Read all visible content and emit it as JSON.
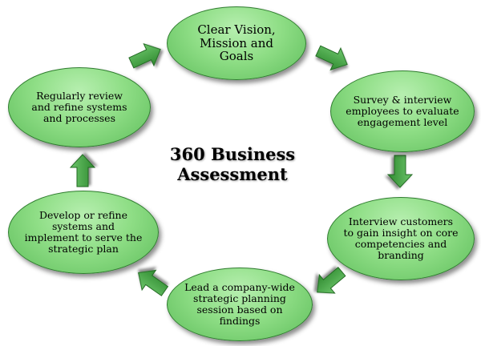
{
  "title_line1": "360 Business",
  "title_line2": "Assessment",
  "colors": {
    "node_fill": "#8fde86",
    "node_border": "#2f7d2f",
    "arrow": "#3e9a3e"
  },
  "nodes": [
    {
      "id": "vision",
      "lines": [
        "Clear Vision,",
        "Mission and",
        "Goals"
      ]
    },
    {
      "id": "survey",
      "lines": [
        "Survey & interview",
        "employees to evaluate",
        "engagement level"
      ]
    },
    {
      "id": "customers",
      "lines": [
        "Interview customers",
        "to gain insight on core",
        "competencies and",
        "branding"
      ]
    },
    {
      "id": "planning",
      "lines": [
        "Lead a company-wide",
        "strategic planning",
        "session based on",
        "findings"
      ]
    },
    {
      "id": "develop",
      "lines": [
        "Develop or refine",
        "systems and",
        "implement to serve the",
        "strategic plan"
      ]
    },
    {
      "id": "review",
      "lines": [
        "Regularly review",
        "and refine systems",
        "and processes"
      ]
    }
  ]
}
